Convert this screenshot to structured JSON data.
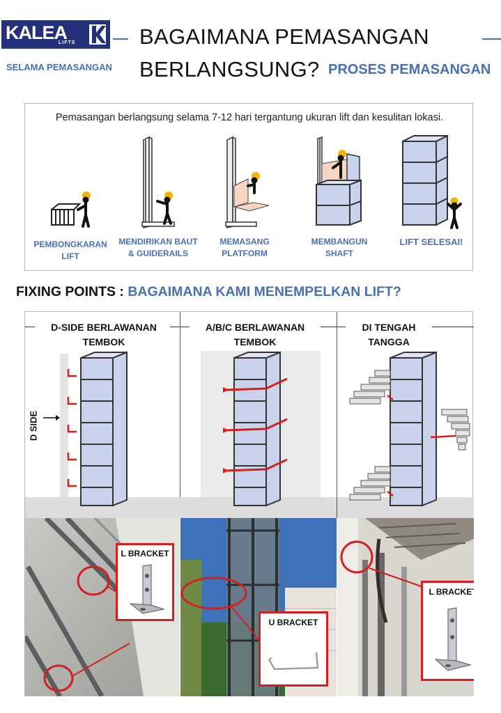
{
  "header": {
    "logo_text": "KALEA",
    "logo_sub": "LIFTS",
    "subtitle": "SELAMA PEMASANGAN",
    "title_line1": "BAGAIMANA PEMASANGAN",
    "title_line2": "BERLANGSUNG?",
    "title_tag": "PROSES PEMASANGAN"
  },
  "process": {
    "note": "Pemasangan berlangsung selama 7-12 hari tergantung ukuran lift dan kesulitan lokasi.",
    "steps": [
      {
        "line1": "PEMBONGKARAN",
        "line2": "LIFT",
        "icon": "unboxing-icon"
      },
      {
        "line1": "MENDIRIKAN BAUT",
        "line2": "& GUIDERAILS",
        "icon": "guiderail-icon"
      },
      {
        "line1": "MEMASANG",
        "line2": "PLATFORM",
        "icon": "platform-icon"
      },
      {
        "line1": "MEMBANGUN",
        "line2": "SHAFT",
        "icon": "shaft-icon"
      },
      {
        "line1": "LIFT SELESAI!",
        "line2": "",
        "icon": "finished-lift-icon"
      }
    ]
  },
  "fixing": {
    "title_black": "FIXING POINTS : ",
    "title_blue": "BAGAIMANA KAMI MENEMPELKAN LIFT?",
    "columns": [
      {
        "line1": "D-SIDE BERLAWANAN",
        "line2": "TEMBOK",
        "side_label": "D SIDE",
        "bracket": "L BRACKET"
      },
      {
        "line1": "A/B/C BERLAWANAN",
        "line2": "TEMBOK",
        "bracket": "U BRACKET"
      },
      {
        "line1": "DI TENGAH",
        "line2": "TANGGA",
        "bracket": "L BRACKET"
      }
    ]
  },
  "colors": {
    "brand_navy": "#24317a",
    "accent_blue": "#4a6fb4",
    "bracket_red": "#d21f1f",
    "glass": "#c8d2ea"
  }
}
